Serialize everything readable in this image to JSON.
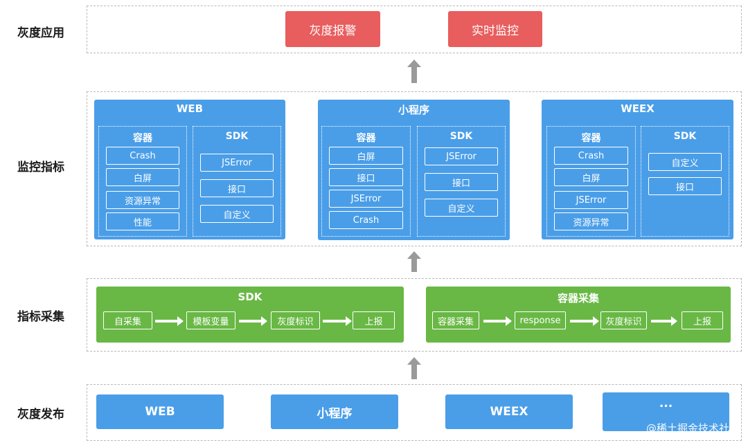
{
  "rows": {
    "gray_app": "灰度应用",
    "metrics": "监控指标",
    "collect": "指标采集",
    "release": "灰度发布"
  },
  "app": {
    "alarm": "灰度报警",
    "realtime": "实时监控"
  },
  "web": {
    "title": "WEB",
    "container": {
      "title": "容器",
      "items": [
        "Crash",
        "白屏",
        "资源异常",
        "性能"
      ]
    },
    "sdk": {
      "title": "SDK",
      "items": [
        "JSError",
        "接口",
        "自定义"
      ]
    }
  },
  "mini": {
    "title": "小程序",
    "container": {
      "title": "容器",
      "items": [
        "白屏",
        "接口",
        "JSError",
        "Crash"
      ]
    },
    "sdk": {
      "title": "SDK",
      "items": [
        "JSError",
        "接口",
        "自定义"
      ]
    }
  },
  "weex": {
    "title": "WEEX",
    "container": {
      "title": "容器",
      "items": [
        "Crash",
        "白屏",
        "JSError",
        "资源异常"
      ]
    },
    "sdk": {
      "title": "SDK",
      "items": [
        "自定义",
        "接口"
      ]
    }
  },
  "sdk_flow": {
    "title": "SDK",
    "steps": [
      "自采集",
      "模板变量",
      "灰度标识",
      "上报"
    ]
  },
  "container_flow": {
    "title": "容器采集",
    "steps": [
      "容器采集",
      "response",
      "灰度标识",
      "上报"
    ]
  },
  "release": [
    "WEB",
    "小程序",
    "WEEX",
    "..."
  ],
  "watermark": "@稀土掘金技术社区",
  "colors": {
    "red": "#e85d5d",
    "blue": "#4a9ee8",
    "green": "#69b845",
    "arrow": "#9a9a9a"
  }
}
